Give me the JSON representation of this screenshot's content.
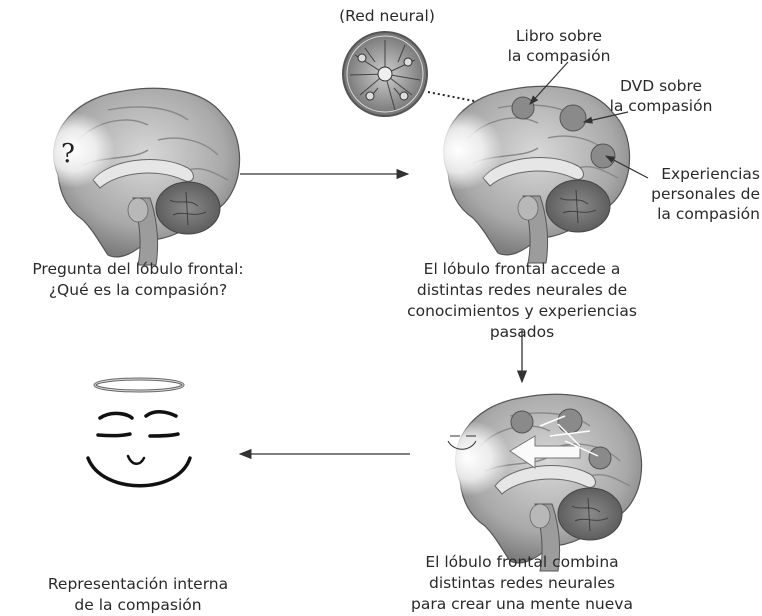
{
  "labels": {
    "neural_net": "(Red neural)",
    "book": "Libro sobre\nla compasión",
    "dvd": "DVD sobre\nla compasión",
    "experiences": "Experiencias\npersonales de\nla compasión",
    "question_mark": "?"
  },
  "captions": {
    "brain1": "Pregunta del lóbulo frontal:\n¿Qué es la compasión?",
    "brain2": "El lóbulo frontal accede a\ndistintas redes neurales de\nconocimientos y experiencias pasados",
    "brain3": "El lóbulo frontal combina\ndistintas redes neurales\npara crear una mente nueva",
    "face": "Representación interna\nde la compasión"
  }
}
